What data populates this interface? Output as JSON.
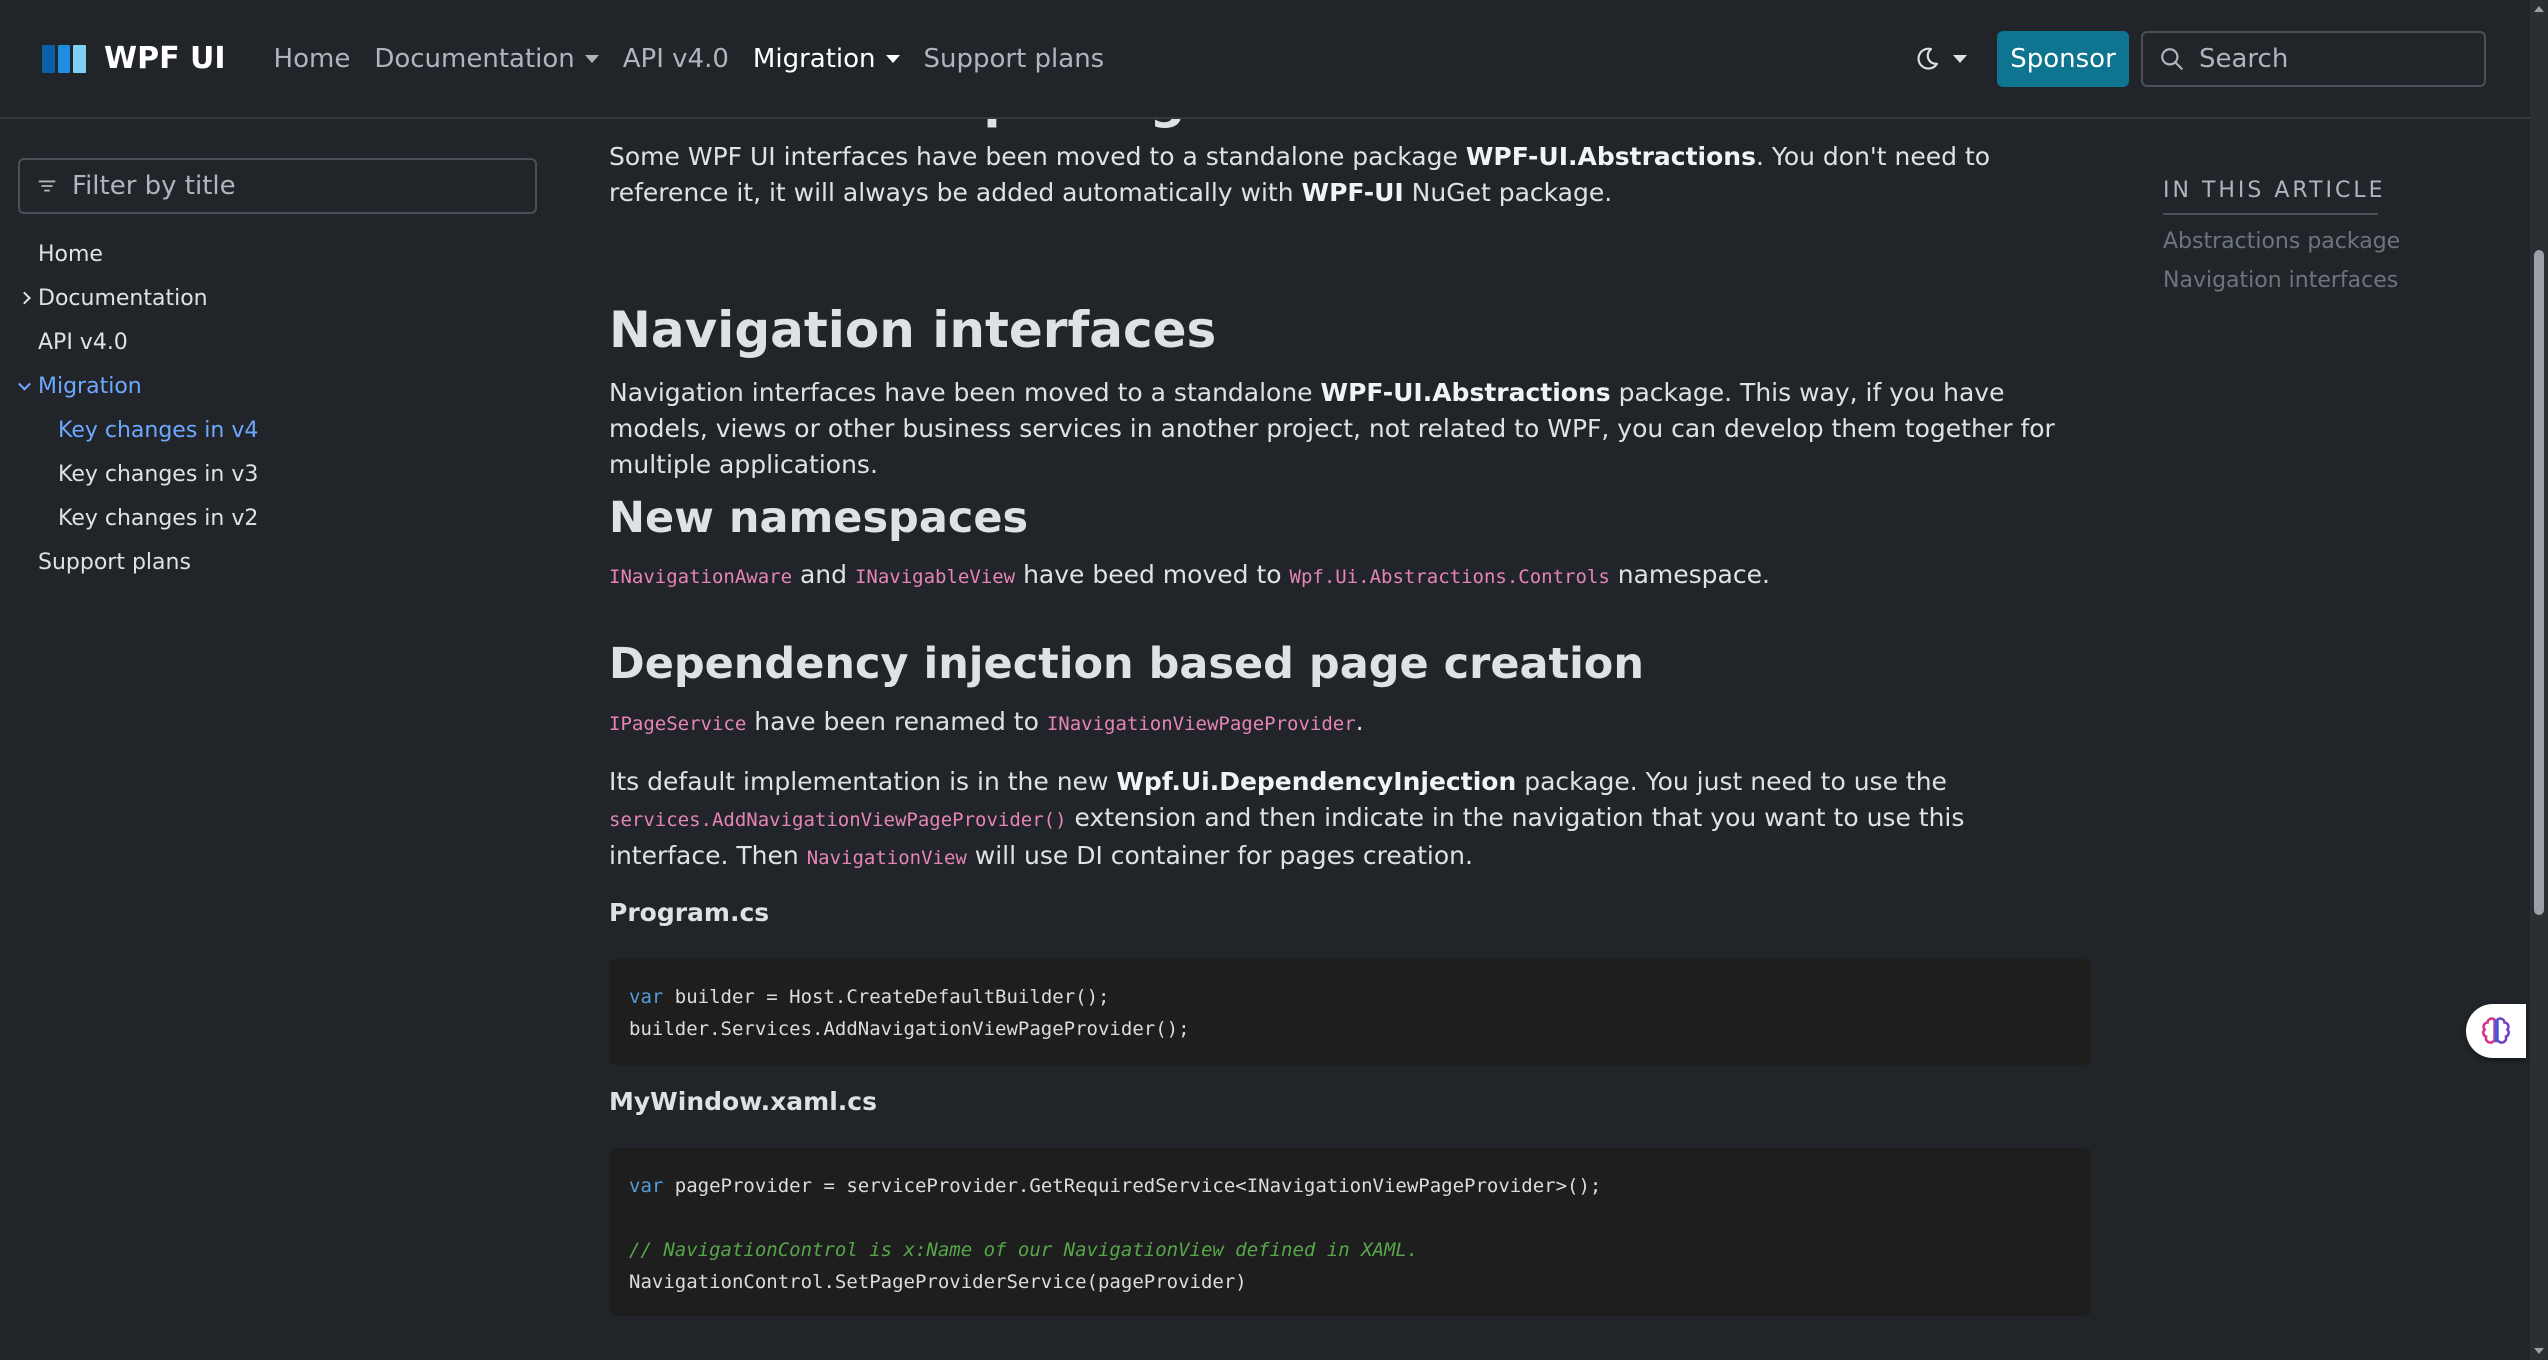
{
  "header": {
    "brand": "WPF UI",
    "nav": [
      {
        "label": "Home"
      },
      {
        "label": "Documentation"
      },
      {
        "label": "API v4.0"
      },
      {
        "label": "Migration"
      },
      {
        "label": "Support plans"
      }
    ],
    "sponsor_label": "Sponsor",
    "search_placeholder": "Search"
  },
  "sidebar": {
    "filter_placeholder": "Filter by title",
    "items": [
      {
        "label": "Home"
      },
      {
        "label": "Documentation"
      },
      {
        "label": "API v4.0"
      },
      {
        "label": "Migration"
      },
      {
        "label": "Key changes in v4"
      },
      {
        "label": "Key changes in v3"
      },
      {
        "label": "Key changes in v2"
      },
      {
        "label": "Support plans"
      }
    ]
  },
  "article": {
    "clipped_heading": "Abstractions package",
    "abstractions_para": {
      "t1": "Some WPF UI interfaces have been moved to a standalone package ",
      "b1": "WPF-UI.Abstractions",
      "t2": ". You don't need to reference it, it will always be added automatically with ",
      "b2": "WPF-UI",
      "t3": " NuGet package."
    },
    "nav_heading": "Navigation interfaces",
    "nav_para": {
      "t1": "Navigation interfaces have been moved to a standalone ",
      "b1": "WPF-UI.Abstractions",
      "t2": " package. This way, if you have models, views or other business services in another project, not related to WPF, you can develop them together for multiple applications."
    },
    "ns_heading": "New namespaces",
    "ns_para": {
      "c1": "INavigationAware",
      "t1": " and ",
      "c2": "INavigableView",
      "t2": " have beed moved to ",
      "c3": "Wpf.Ui.Abstractions.Controls",
      "t3": " namespace."
    },
    "di_heading": "Dependency injection based page creation",
    "di_para1": {
      "c1": "IPageService",
      "t1": " have been renamed to ",
      "c2": "INavigationViewPageProvider",
      "t2": "."
    },
    "di_para2": {
      "t1": "Its default implementation is in the new ",
      "b1": "Wpf.Ui.DependencyInjection",
      "t2": " package. You just need to use the ",
      "c1": "services.AddNavigationViewPageProvider()",
      "t3": " extension and then indicate in the navigation that you want to use this interface. Then ",
      "c2": "NavigationView",
      "t4": " will use DI container for pages creation."
    },
    "program_title": "Program.cs",
    "program_code": {
      "l1_kw": "var",
      "l1_rest": " builder = Host.CreateDefaultBuilder();",
      "l2": "builder.Services.AddNavigationViewPageProvider();"
    },
    "window_title": "MyWindow.xaml.cs",
    "window_code": {
      "l1_kw": "var",
      "l1_rest": " pageProvider = serviceProvider.GetRequiredService<INavigationViewPageProvider>();",
      "l3_comment": "// NavigationControl is x:Name of our NavigationView defined in XAML.",
      "l4": "NavigationControl.SetPageProviderService(pageProvider)"
    }
  },
  "article_toc": {
    "title": "IN THIS ARTICLE",
    "items": [
      {
        "label": "Abstractions package"
      },
      {
        "label": "Navigation interfaces"
      }
    ]
  },
  "colors": {
    "background": "#212529",
    "accent": "#0e7490",
    "link_active": "#6ea8fe",
    "inline_code": "#e685b5"
  }
}
